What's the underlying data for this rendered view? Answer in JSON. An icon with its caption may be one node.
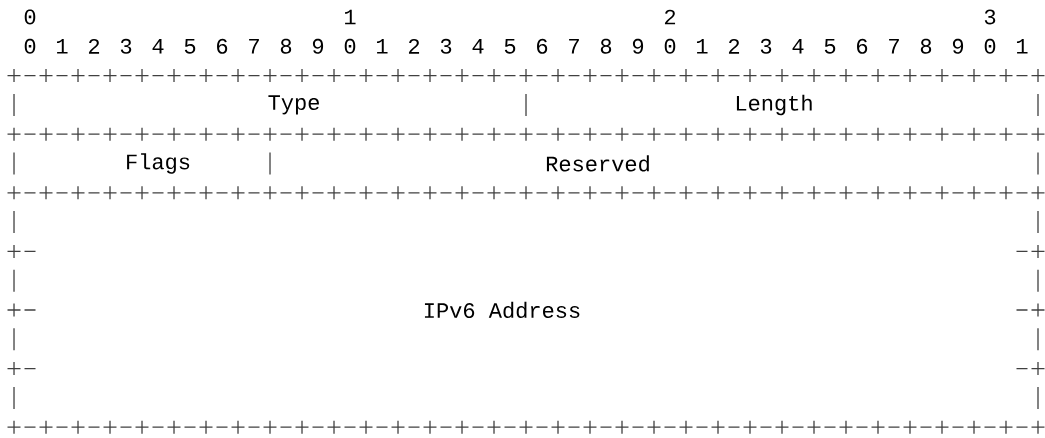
{
  "diagram": {
    "nodes": [
      {
        "text": [
          "Type"
        ]
      },
      {
        "text": [
          "Length"
        ]
      },
      {
        "text": [
          "Flags"
        ]
      },
      {
        "text": [
          "Reserved"
        ]
      },
      {
        "text": [
          "IPv6 Address"
        ]
      }
    ],
    "labels": [
      "0",
      "1",
      "2",
      "3",
      "0",
      "1",
      "2",
      "3",
      "4",
      "5",
      "6",
      "7",
      "8",
      "9",
      "0",
      "1",
      "2",
      "3",
      "4",
      "5",
      "6",
      "7",
      "8",
      "9",
      "0",
      "1",
      "2",
      "3",
      "4",
      "5",
      "6",
      "7",
      "8",
      "9",
      "0",
      "1"
    ]
  }
}
